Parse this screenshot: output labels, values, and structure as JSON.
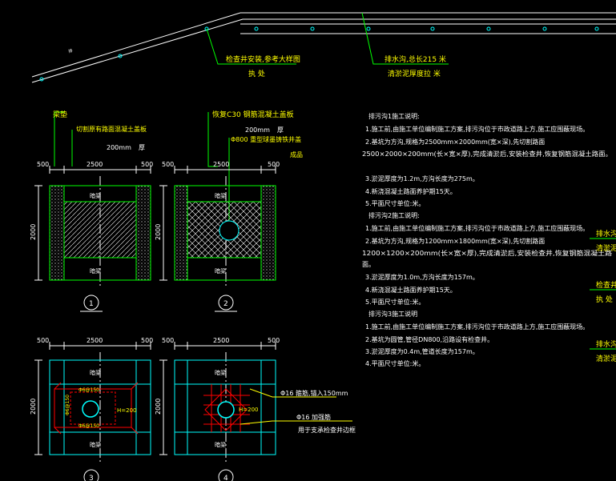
{
  "top": {
    "label_inspection": "检查井安装,参考大样图",
    "label_inspection_sub": "执 处",
    "label_drain": "排水沟,总长215 米",
    "label_drain_sub": "清淤泥厚度拉 米",
    "small_pipe_label": "排"
  },
  "fig1": {
    "callout_slab": "梁垫",
    "callout_cut": "切割原有路面混凝土盖板",
    "thickness": "200mm",
    "thickness_unit": "厚",
    "dim_left": "500",
    "dim_mid": "2500",
    "dim_right": "500",
    "dim_height": "2000",
    "top_beam": "暗梁",
    "bottom_beam": "暗梁",
    "number": "1"
  },
  "fig2": {
    "callout_restore": "恢复C30 钢筋混凝土盖板",
    "thickness": "200mm",
    "thickness_unit": "厚",
    "pipe_label": "Φ800 重型球墨铸铁井盖",
    "finish": "成品",
    "dim_left": "500",
    "dim_mid": "2500",
    "dim_right": "500",
    "dim_height": "2000",
    "top_beam": "暗梁",
    "bottom_beam": "暗梁",
    "number": "2"
  },
  "fig3": {
    "dim_left": "500",
    "dim_mid": "2500",
    "dim_right": "500",
    "dim_height": "2000",
    "top_beam": "暗梁",
    "bottom_beam": "暗梁",
    "rebar_top": "Φ6@150",
    "rebar_left": "Φ6@150",
    "rebar_bottom": "Φ6@150",
    "height_note": "H=200",
    "number": "3"
  },
  "fig4": {
    "dim_left": "500",
    "dim_mid": "2500",
    "dim_right": "500",
    "dim_height": "2000",
    "top_beam": "暗梁",
    "bottom_beam": "暗梁",
    "height_note": "H=200",
    "callout_bar1": "Φ16 箍筋,锚入150mm",
    "callout_bar2": "Φ16 加强筋",
    "callout_bar2_sub": "用于支承检查井边框",
    "number": "4"
  },
  "notes": {
    "h1": "排污沟1施工说明:",
    "l1_1": "1.施工前,由施工单位编制施工方案,排污沟位于市政道路上方,施工应围蔽现场。",
    "l1_2": "2.基坑为方沟,规格为2500mm×2000mm(宽×深),先切割路面",
    "l1_3": "2500×2000×200mm(长×宽×厚),完成清淤后,安装检查井,恢复钢筋混凝土路面。",
    "l1_4": "3.淤泥厚度为1.2m,方沟长度为275m。",
    "l1_5": "4.新浇混凝土路面养护期15天。",
    "l1_6": "5.平面尺寸单位:米。",
    "h2": "排污沟2施工说明:",
    "l2_1": "1.施工前,由施工单位编制施工方案,排污沟位于市政道路上方,施工应围蔽现场。",
    "l2_2": "2.基坑为方沟,规格为1200mm×1800mm(宽×深),先切割路面",
    "l2_3": "1200×1200×200mm(长×宽×厚),完成清淤后,安装检查井,恢复钢筋混凝土路",
    "l2_3b": "面。",
    "l2_4": "3.淤泥厚度为1.0m,方沟长度为157m。",
    "l2_5": "4.新浇混凝土路面养护期15天。",
    "l2_6": "5.平面尺寸单位:米。",
    "h3": "排污沟3施工说明",
    "l3_1": "1.施工前,由施工单位编制施工方案,排污沟位于市政道路上方,施工应围蔽现场。",
    "l3_2": "2.基坑为圆管,管径DN800,沿路设有检查井。",
    "l3_3": "3.淤泥厚度为0.4m,管道长度为157m。",
    "l3_4": "4.平面尺寸单位:米。"
  },
  "right_edge": {
    "r1": "排水沟",
    "r1b": "清淤泥",
    "r2": "检查井",
    "r2b": "执 处",
    "r3": "排水沟",
    "r3b": "清淤泥"
  },
  "colors": {
    "background": "#000000",
    "green": "#00ff00",
    "cyan": "#00ffff",
    "white": "#ffffff",
    "red": "#ff0000",
    "yellow": "#ffff00"
  }
}
